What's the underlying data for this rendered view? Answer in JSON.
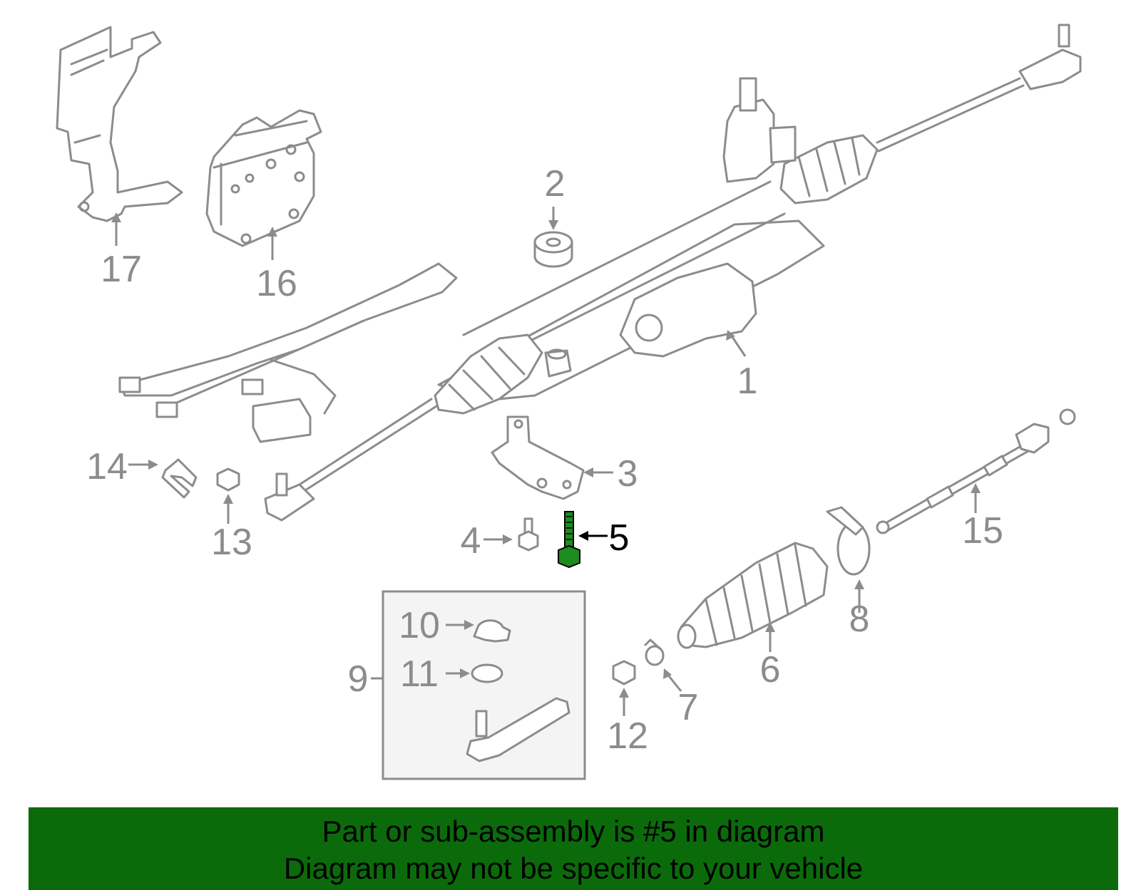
{
  "diagram": {
    "highlighted_part": "5",
    "highlight_color": "#1e8c1e",
    "part_color": "#8c8c8c",
    "callouts": {
      "c1": "1",
      "c2": "2",
      "c3": "3",
      "c4": "4",
      "c5": "5",
      "c6": "6",
      "c7": "7",
      "c8": "8",
      "c9": "9",
      "c10": "10",
      "c11": "11",
      "c12": "12",
      "c13": "13",
      "c14": "14",
      "c15": "15",
      "c16": "16",
      "c17": "17"
    }
  },
  "banner": {
    "background": "#0b6b0b",
    "line1": "Part or sub-assembly is #5 in diagram",
    "line2": "Diagram may not be specific to your vehicle"
  }
}
